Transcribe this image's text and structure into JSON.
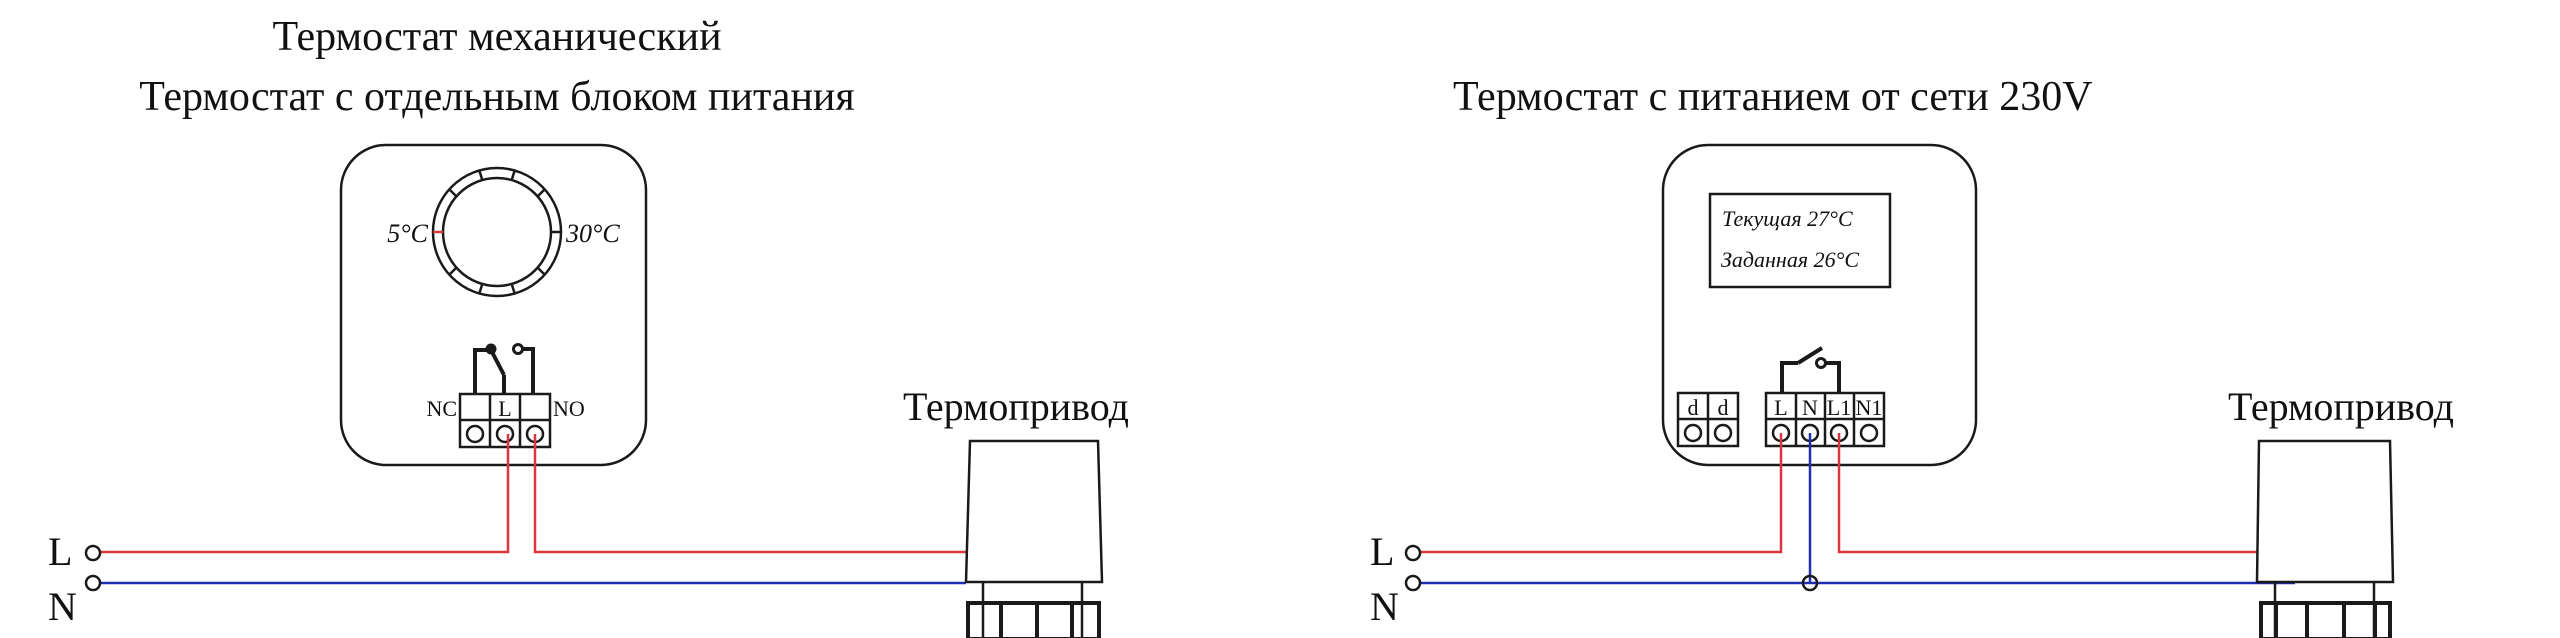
{
  "left_panel": {
    "title_line1": "Термостат механический",
    "title_line2": "Термостат с отдельным блоком питания",
    "thermostat": {
      "type": "mechanical",
      "dial_min_label": "5°C",
      "dial_max_label": "30°C",
      "terminals": [
        "",
        "L",
        ""
      ],
      "terminal_side_labels": {
        "left": "NC",
        "right": "NO"
      }
    },
    "actuator_label": "Термопривод",
    "line_labels": {
      "live": "L",
      "neutral": "N"
    }
  },
  "right_panel": {
    "title": "Термостат с питанием от сети 230V",
    "thermostat": {
      "type": "electronic",
      "display": {
        "line1": "Текущая 27°C",
        "line2": "Заданная 26°C"
      },
      "sensor_terminals": [
        "d",
        "d"
      ],
      "power_terminals": [
        "L",
        "N",
        "L1",
        "N1"
      ]
    },
    "actuator_label": "Термопривод",
    "line_labels": {
      "live": "L",
      "neutral": "N"
    }
  },
  "colors": {
    "live_wire": "#d9363e",
    "neutral_wire": "#1f2fb0",
    "outline": "#1a1a1a"
  }
}
